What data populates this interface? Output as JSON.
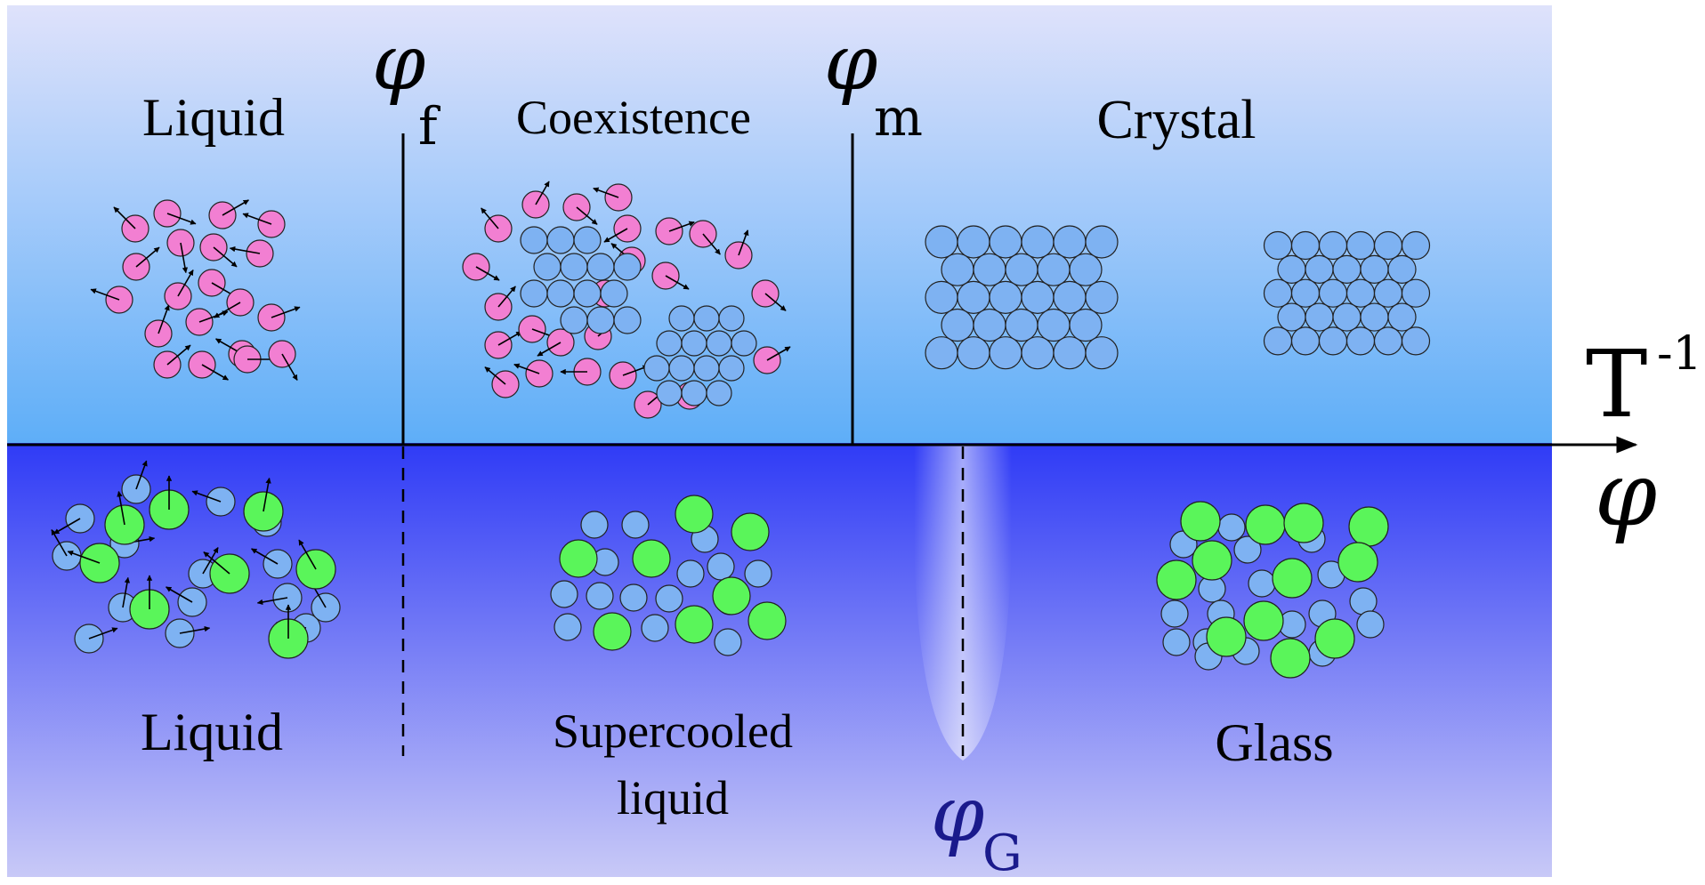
{
  "labels": {
    "top_liquid": "Liquid",
    "coexistence": "Coexistence",
    "crystal": "Crystal",
    "bottom_liquid": "Liquid",
    "supercooled_line1": "Supercooled",
    "supercooled_line2": "liquid",
    "glass": "Glass"
  },
  "axes": {
    "y_axis": "T",
    "y_axis_exponent": "-1",
    "x_axis": "φ"
  },
  "markers": {
    "phi_f": {
      "symbol": "φ",
      "subscript": "f"
    },
    "phi_m": {
      "symbol": "φ",
      "subscript": "m"
    },
    "phi_G": {
      "symbol": "φ",
      "subscript": "G"
    }
  },
  "colors": {
    "top_gradient_start": "#dfe2fb",
    "top_gradient_end": "#5eaef8",
    "bottom_gradient_start": "#2f3bf6",
    "bottom_gradient_end": "#c8c9f7",
    "liquid_particle": "#f27fd2",
    "crystal_particle": "#7eb2f2",
    "large_particle": "#5af55a",
    "small_particle": "#7eb2f2",
    "phi_G_color": "#1a1a8c"
  }
}
